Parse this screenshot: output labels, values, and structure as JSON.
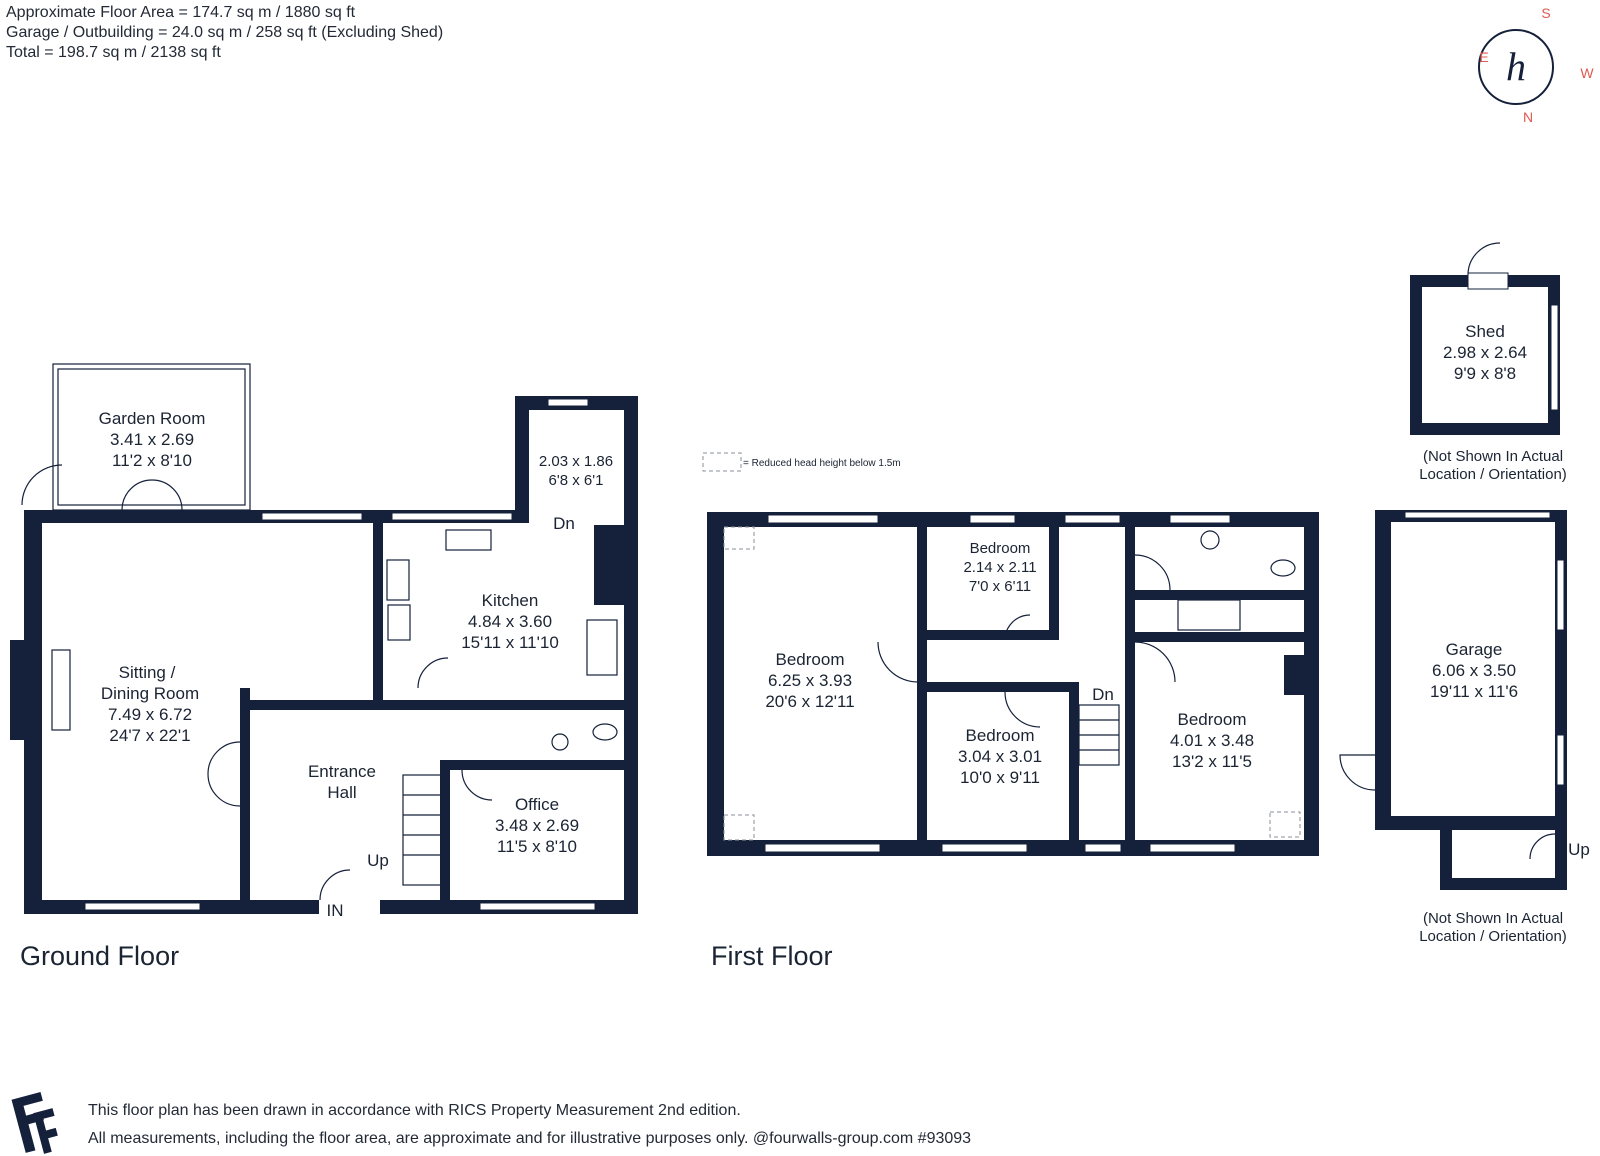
{
  "area_summary": {
    "line1": "Approximate Floor Area = 174.7 sq m / 1880 sq ft",
    "line2": "Garage / Outbuilding = 24.0 sq m / 258 sq ft (Excluding Shed)",
    "line3": "Total = 198.7  sq m / 2138 sq ft"
  },
  "compass": {
    "north": "N",
    "south": "S",
    "east": "E",
    "west": "W",
    "logo_glyph": "h"
  },
  "legend": {
    "reduced_head_height": "= Reduced head height below 1.5m"
  },
  "ground_floor": {
    "title": "Ground Floor",
    "rooms": [
      {
        "name": "Garden Room",
        "metric": "3.41 x 2.69",
        "imperial": "11'2 x 8'10"
      },
      {
        "name": "Sitting /",
        "name2": "Dining Room",
        "metric": "7.49 x 6.72",
        "imperial": "24'7 x 22'1"
      },
      {
        "name": "",
        "metric": "2.03 x 1.86",
        "imperial": "6'8 x 6'1"
      },
      {
        "name": "Kitchen",
        "metric": "4.84 x 3.60",
        "imperial": "15'11 x 11'10"
      },
      {
        "name": "Entrance",
        "name2": "Hall"
      },
      {
        "name": "Office",
        "metric": "3.48 x 2.69",
        "imperial": "11'5 x 8'10"
      }
    ],
    "marks": {
      "dn": "Dn",
      "up": "Up",
      "in": "IN"
    }
  },
  "first_floor": {
    "title": "First Floor",
    "rooms": [
      {
        "name": "Bedroom",
        "metric": "6.25 x 3.93",
        "imperial": "20'6 x 12'11"
      },
      {
        "name": "Bedroom",
        "metric": "2.14 x 2.11",
        "imperial": "7'0 x 6'11"
      },
      {
        "name": "Bedroom",
        "metric": "3.04 x 3.01",
        "imperial": "10'0 x 9'11"
      },
      {
        "name": "Bedroom",
        "metric": "4.01 x 3.48",
        "imperial": "13'2 x 11'5"
      }
    ],
    "marks": {
      "dn": "Dn"
    }
  },
  "outbuildings": {
    "shed": {
      "name": "Shed",
      "metric": "2.98 x 2.64",
      "imperial": "9'9 x 8'8"
    },
    "garage": {
      "name": "Garage",
      "metric": "6.06 x 3.50",
      "imperial": "19'11 x 11'6"
    },
    "note_line1": "(Not Shown In Actual",
    "note_line2": "Location / Orientation)",
    "up": "Up"
  },
  "footer": {
    "line1": "This floor plan has been drawn in accordance with RICS Property Measurement 2nd edition.",
    "line2": "All measurements, including the floor area, are approximate and for illustrative purposes only. @fourwalls-group.com #93093"
  },
  "colors": {
    "wall": "#15203a",
    "compass_accent": "#e05a4f",
    "text": "#1b2433"
  }
}
